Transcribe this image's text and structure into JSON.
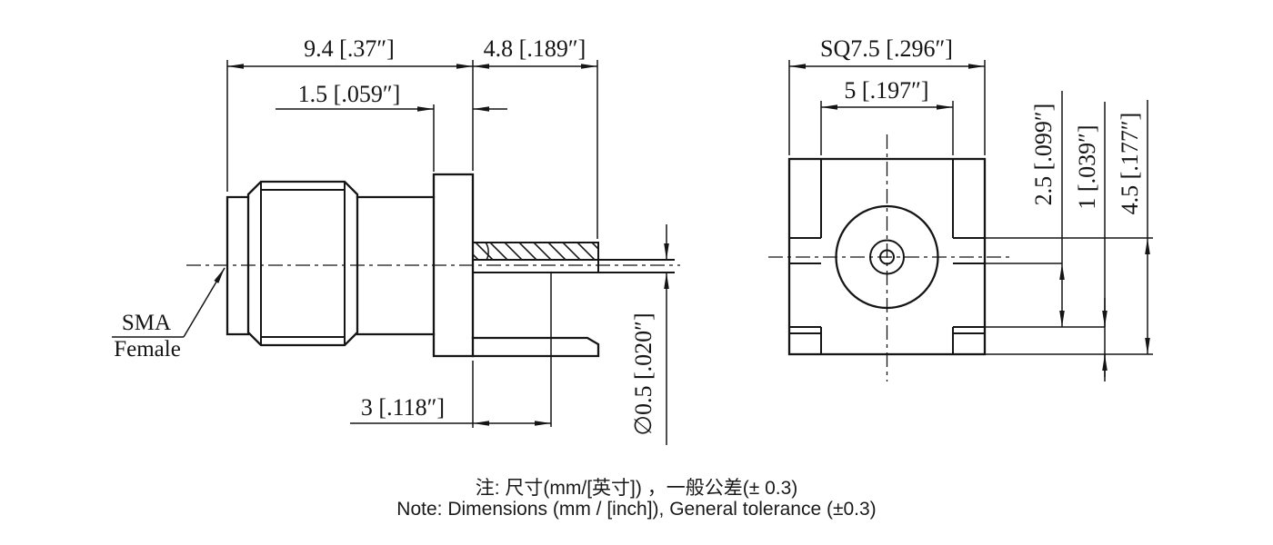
{
  "drawing": {
    "connector_label": {
      "line1": "SMA",
      "line2": "Female"
    },
    "side_view_dims": {
      "overall_length": "9.4 [.37″]",
      "tail_length": "4.8 [.189″]",
      "flange_thickness": "1.5 [.059″]",
      "contact_length": "3 [.118″]",
      "pin_diameter": "∅0.5 [.020″]"
    },
    "front_view_dims": {
      "square_size": "SQ7.5 [.296″]",
      "slot_span": "5 [.197″]",
      "slot_depth": "2.5 [.099″]",
      "leg_thickness": "1 [.039″]",
      "overall_height": "4.5 [.177″]"
    },
    "notes": {
      "cn": "注: 尺寸(mm/[英寸]) ，一般公差(± 0.3)",
      "en": "Note: Dimensions (mm / [inch]), General tolerance (±0.3)"
    },
    "colors": {
      "line": "#151515",
      "background": "#ffffff"
    }
  }
}
